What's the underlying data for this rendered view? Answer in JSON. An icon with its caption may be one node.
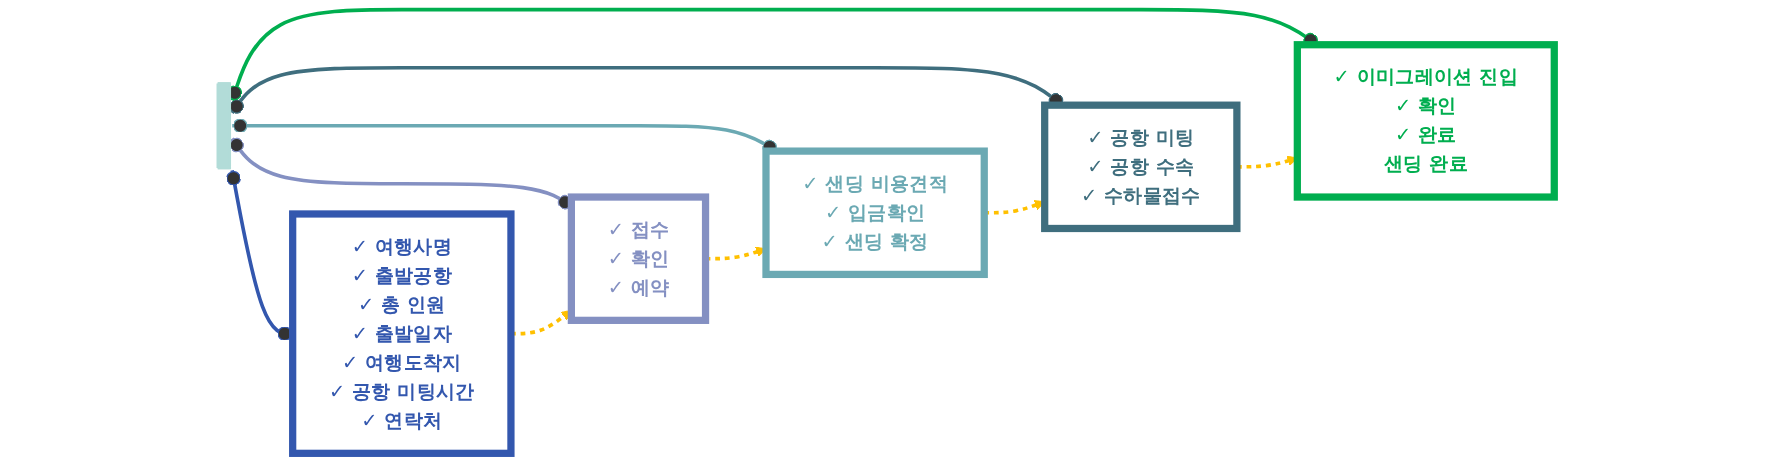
{
  "diagram": {
    "nodes": [
      {
        "text": [],
        "shape": "bar"
      },
      {
        "text": [
          "✓ 여행사명",
          "✓ 출발공항",
          "✓ 총 인원",
          "✓ 출발일자",
          "✓ 여행도착지",
          "✓ 공항 미팅시간",
          "✓ 연락처"
        ]
      },
      {
        "text": [
          "✓ 접수",
          "✓ 확인",
          "✓ 예약"
        ]
      },
      {
        "text": [
          "✓ 샌딩 비용견적",
          "✓ 입금확인",
          "✓ 샌딩 확정"
        ]
      },
      {
        "text": [
          "✓ 공항 미팅",
          "✓ 공항 수속",
          "✓ 수하물접수"
        ]
      },
      {
        "text": [
          "✓ 이미그레이션 진입",
          "✓ 확인",
          "✓ 완료",
          "샌딩 완료"
        ]
      }
    ],
    "edges": [
      {
        "from": 0,
        "to": 1,
        "arrow": "other",
        "color": "#3357ae"
      },
      {
        "from": 0,
        "to": 2,
        "arrow": "other",
        "color": "#8490c2"
      },
      {
        "from": 0,
        "to": 3,
        "arrow": "other",
        "color": "#6ba9b3"
      },
      {
        "from": 0,
        "to": 4,
        "arrow": "other",
        "color": "#3f6e7e"
      },
      {
        "from": 0,
        "to": 5,
        "arrow": "other",
        "color": "#00ae4f"
      },
      {
        "from": 1,
        "to": 2,
        "arrow": "to",
        "style": "dashed",
        "color": "#ffc000"
      },
      {
        "from": 2,
        "to": 3,
        "arrow": "to",
        "style": "dashed",
        "color": "#ffc000"
      },
      {
        "from": 3,
        "to": 4,
        "arrow": "to",
        "style": "dashed",
        "color": "#ffc000"
      },
      {
        "from": 4,
        "to": 5,
        "arrow": "to",
        "style": "dashed",
        "color": "#ffc000"
      }
    ]
  }
}
